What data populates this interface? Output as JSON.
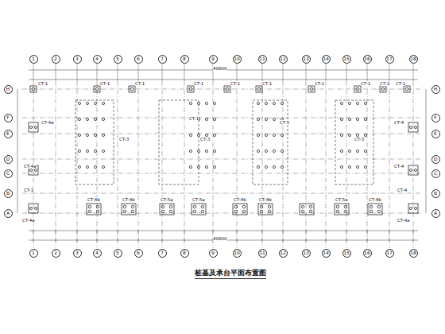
{
  "diagram": {
    "title": "桩基及承台平面布置图",
    "nodes": [
      {
        "text": [
          "1"
        ]
      },
      {
        "text": [
          "2"
        ]
      },
      {
        "text": [
          "3"
        ]
      },
      {
        "text": [
          "4"
        ]
      },
      {
        "text": [
          "5"
        ]
      },
      {
        "text": [
          "6"
        ]
      },
      {
        "text": [
          "7"
        ]
      },
      {
        "text": [
          "8"
        ]
      },
      {
        "text": [
          "9"
        ]
      },
      {
        "text": [
          "10"
        ]
      },
      {
        "text": [
          "11"
        ]
      },
      {
        "text": [
          "12"
        ]
      },
      {
        "text": [
          "13"
        ]
      },
      {
        "text": [
          "14"
        ]
      },
      {
        "text": [
          "15"
        ]
      },
      {
        "text": [
          "16"
        ]
      },
      {
        "text": [
          "17"
        ]
      },
      {
        "text": [
          "18"
        ]
      },
      {
        "text": [
          "H"
        ]
      },
      {
        "text": [
          "F"
        ]
      },
      {
        "text": [
          "E"
        ]
      },
      {
        "text": [
          "D"
        ]
      },
      {
        "text": [
          "C"
        ]
      },
      {
        "text": [
          "B"
        ]
      },
      {
        "text": [
          "A"
        ]
      },
      {
        "text": [
          "H"
        ]
      },
      {
        "text": [
          "F"
        ]
      },
      {
        "text": [
          "E"
        ]
      },
      {
        "text": [
          "D"
        ]
      },
      {
        "text": [
          "C"
        ]
      },
      {
        "text": [
          "B"
        ]
      },
      {
        "text": [
          "A"
        ]
      },
      {
        "text": [
          "1"
        ]
      },
      {
        "text": [
          "2"
        ]
      },
      {
        "text": [
          "3"
        ]
      },
      {
        "text": [
          "4"
        ]
      },
      {
        "text": [
          "5"
        ]
      },
      {
        "text": [
          "6"
        ]
      },
      {
        "text": [
          "7"
        ]
      },
      {
        "text": [
          "8"
        ]
      },
      {
        "text": [
          "9"
        ]
      },
      {
        "text": [
          "10"
        ]
      },
      {
        "text": [
          "11"
        ]
      },
      {
        "text": [
          "12"
        ]
      },
      {
        "text": [
          "13"
        ]
      },
      {
        "text": [
          "14"
        ]
      },
      {
        "text": [
          "15"
        ]
      },
      {
        "text": [
          "16"
        ]
      },
      {
        "text": [
          "17"
        ]
      },
      {
        "text": [
          "18"
        ]
      }
    ],
    "labels": [
      "49800",
      "49800",
      "CT-1",
      "CT-1",
      "CT-1",
      "CT-1",
      "CT-1",
      "CT-1",
      "CT-1",
      "CT-1",
      "CT-1",
      "CT-1",
      "CT-4a",
      "CT-3",
      "CT-1",
      "CT-3",
      "CT-5",
      "CT-3",
      "CT-4",
      "CT-4a",
      "CT-4",
      "CT-1",
      "CT-4",
      "CT-4a",
      "CT-4b",
      "CT-4b",
      "CT-5a",
      "CT-5a",
      "CT-4b",
      "CT-4b",
      "CT-5a",
      "CT-4b",
      "CT-4a"
    ]
  }
}
